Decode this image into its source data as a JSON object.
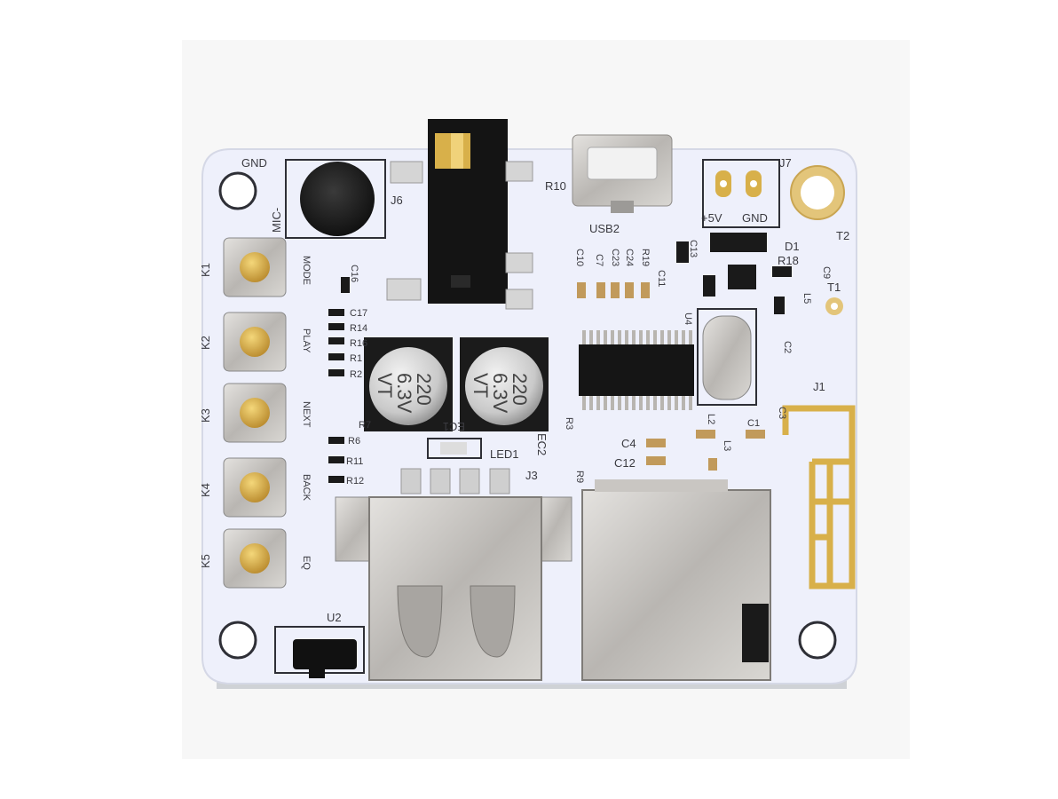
{
  "board": {
    "colors": {
      "pcb": "#eef0fb",
      "silkscreen": "#2e2f36",
      "metal": "#c9c6c2",
      "gold": "#d8b04a",
      "black": "#151515"
    },
    "labels": {
      "gnd": "GND",
      "mic": "MIC-",
      "j6": "J6",
      "r10": "R10",
      "usb2": "USB2",
      "j7": "J7",
      "plus5v": "+5V",
      "gnd_j7": "GND",
      "t2": "T2",
      "d1": "D1",
      "r18": "R18",
      "c9": "C9",
      "t1": "T1",
      "l5": "L5",
      "c13": "C13",
      "c10": "C10",
      "c7": "C7",
      "c23": "C23",
      "c24": "C24",
      "r19": "R19",
      "c11": "C11",
      "c16": "C16",
      "c17": "C17",
      "r14": "R14",
      "r16": "R16",
      "r1": "R1",
      "r2": "R2",
      "r7": "R7",
      "r6": "R6",
      "r11": "R11",
      "r12": "R12",
      "ec1": "EC1",
      "ec2": "EC2",
      "led1": "LED1",
      "j3": "J3",
      "r3": "R3",
      "r9": "R9",
      "c4": "C4",
      "c12": "C12",
      "l2": "L2",
      "l3": "L3",
      "c1": "C1",
      "c3": "C3",
      "c2": "C2",
      "j1": "J1",
      "u2": "U2",
      "u4": "U4"
    },
    "buttons": [
      {
        "id": "K1",
        "fn": "MODE"
      },
      {
        "id": "K2",
        "fn": "PLAY"
      },
      {
        "id": "K3",
        "fn": "NEXT"
      },
      {
        "id": "K4",
        "fn": "BACK"
      },
      {
        "id": "K5",
        "fn": "EQ"
      }
    ],
    "capacitors": [
      {
        "value": "220",
        "voltage": "6.3V",
        "series": "VT"
      },
      {
        "value": "220",
        "voltage": "6.3V",
        "series": "VT"
      }
    ]
  }
}
